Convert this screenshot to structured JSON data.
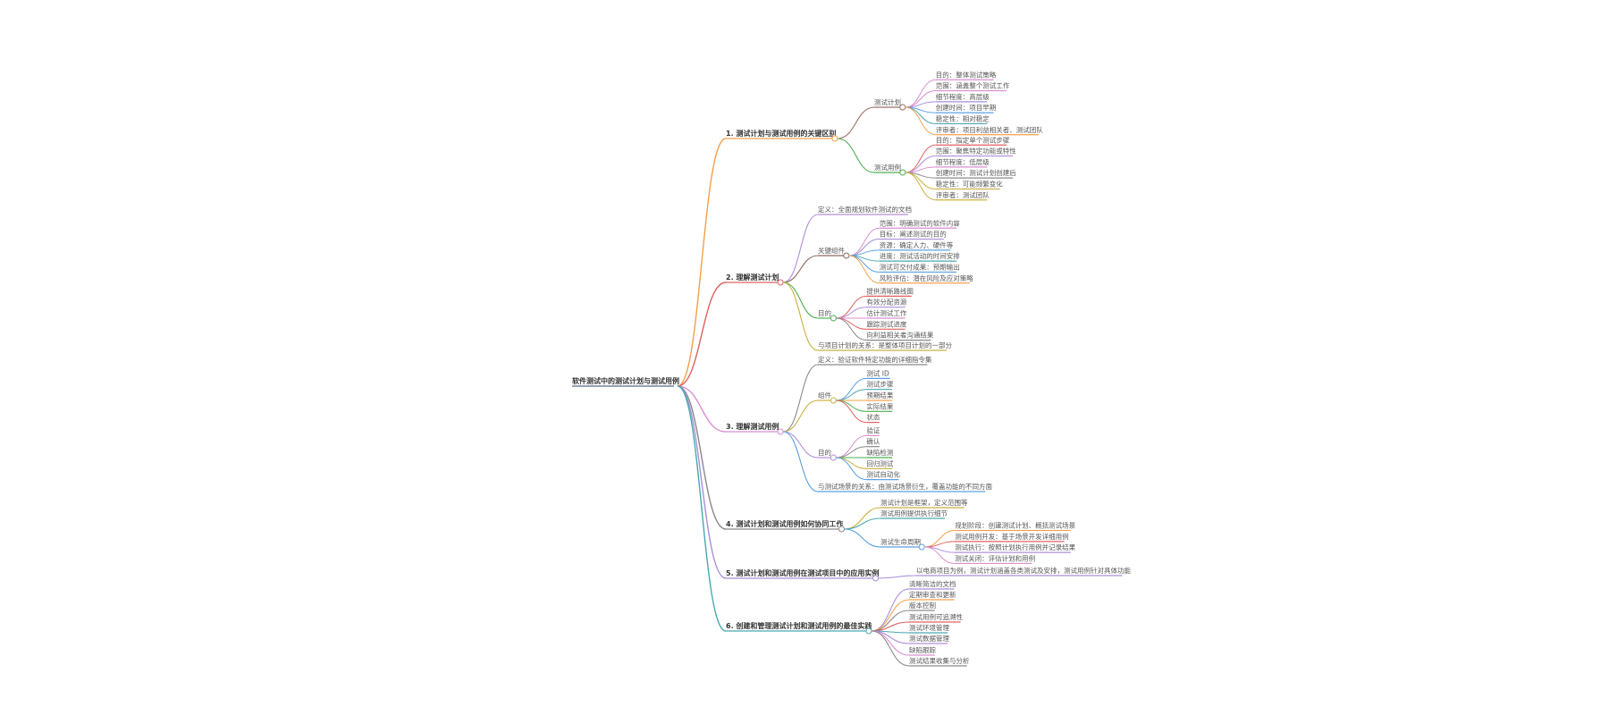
{
  "mindmap": {
    "root": "软件测试中的测试计划与测试用例",
    "branches": [
      {
        "label": "1. 测试计划与测试用例的关键区别",
        "color": "#f5a04a",
        "children": [
          {
            "label": "测试计划",
            "color": "#9a6f6a",
            "children": [
              {
                "label": "目的：整体测试策略",
                "color": "#d88fd0"
              },
              {
                "label": "范围：涵盖整个测试工作",
                "color": "#d88fd0"
              },
              {
                "label": "细节程度：高层级",
                "color": "#a98fd8"
              },
              {
                "label": "创建时间：项目早期",
                "color": "#5aa0e0"
              },
              {
                "label": "稳定性：相对稳定",
                "color": "#4aa7b0"
              },
              {
                "label": "评审者：项目利益相关者、测试团队",
                "color": "#f5a04a"
              }
            ]
          },
          {
            "label": "测试用例",
            "color": "#4caf50",
            "children": [
              {
                "label": "目的：指定单个测试步骤",
                "color": "#e06060"
              },
              {
                "label": "范围：聚焦特定功能或特性",
                "color": "#b08fd8"
              },
              {
                "label": "细节程度：低层级",
                "color": "#d88fd0"
              },
              {
                "label": "创建时间：测试计划创建后",
                "color": "#8a8a8a"
              },
              {
                "label": "稳定性：可能频繁变化",
                "color": "#c8b040"
              },
              {
                "label": "评审者：测试团队",
                "color": "#c8b040"
              }
            ]
          }
        ]
      },
      {
        "label": "2. 理解测试计划",
        "color": "#e06060",
        "children": [
          {
            "label": "定义：全面规划软件测试的文档",
            "color": "#b08fd8",
            "children": []
          },
          {
            "label": "关键组件",
            "color": "#8a6a60",
            "children": [
              {
                "label": "范围：明确测试的软件内容",
                "color": "#d88fd0"
              },
              {
                "label": "目标：阐述测试的目的",
                "color": "#a98fd8"
              },
              {
                "label": "资源：确定人力、硬件等",
                "color": "#5aa0e0"
              },
              {
                "label": "进度：测试活动的时间安排",
                "color": "#4aa7b0"
              },
              {
                "label": "测试可交付成果：预期输出",
                "color": "#5aa0e0"
              },
              {
                "label": "风险评估：潜在风险及应对策略",
                "color": "#f5a04a"
              }
            ]
          },
          {
            "label": "目的",
            "color": "#4caf50",
            "children": [
              {
                "label": "提供清晰路线图",
                "color": "#e06060"
              },
              {
                "label": "有效分配资源",
                "color": "#b08fd8"
              },
              {
                "label": "估计测试工作",
                "color": "#d88fd0"
              },
              {
                "label": "跟踪测试进度",
                "color": "#e06060"
              },
              {
                "label": "向利益相关者沟通结果",
                "color": "#8a8a8a"
              }
            ]
          },
          {
            "label": "与项目计划的关系：是整体项目计划的一部分",
            "color": "#c8b040",
            "children": []
          }
        ]
      },
      {
        "label": "3. 理解测试用例",
        "color": "#d88fd0",
        "children": [
          {
            "label": "定义：验证软件特定功能的详细指令集",
            "color": "#8a8a8a",
            "children": []
          },
          {
            "label": "组件",
            "color": "#c8b040",
            "children": [
              {
                "label": "测试 ID",
                "color": "#5aa0e0"
              },
              {
                "label": "测试步骤",
                "color": "#4aa7b0"
              },
              {
                "label": "预期结果",
                "color": "#f5a04a"
              },
              {
                "label": "实际结果",
                "color": "#4caf50"
              },
              {
                "label": "状态",
                "color": "#e06060"
              }
            ]
          },
          {
            "label": "目的",
            "color": "#b08fd8",
            "children": [
              {
                "label": "验证",
                "color": "#d88fd0"
              },
              {
                "label": "确认",
                "color": "#8a8a8a"
              },
              {
                "label": "缺陷检测",
                "color": "#4caf50"
              },
              {
                "label": "回归测试",
                "color": "#c8b040"
              },
              {
                "label": "测试自动化",
                "color": "#5aa0e0"
              }
            ]
          },
          {
            "label": "与测试场景的关系：由测试场景衍生，覆盖功能的不同方面",
            "color": "#5aa0e0",
            "children": []
          }
        ]
      },
      {
        "label": "4. 测试计划和测试用例如何协同工作",
        "color": "#8a8a8a",
        "children": [
          {
            "label": "测试计划是框架，定义范围等",
            "color": "#c8b040",
            "children": []
          },
          {
            "label": "测试用例提供执行细节",
            "color": "#4aa7b0",
            "children": []
          },
          {
            "label": "测试生命周期",
            "color": "#5aa0e0",
            "children": [
              {
                "label": "规划阶段：创建测试计划、概括测试场景",
                "color": "#f5a04a"
              },
              {
                "label": "测试用例开发：基于场景开发详细用例",
                "color": "#e06060"
              },
              {
                "label": "测试执行：按照计划执行用例并记录结果",
                "color": "#b08fd8"
              },
              {
                "label": "测试关闭：评估计划和用例",
                "color": "#d88fd0"
              }
            ]
          }
        ]
      },
      {
        "label": "5. 测试计划和测试用例在测试项目中的应用实例",
        "color": "#a98fd8",
        "children": [
          {
            "label": "以电商项目为例，测试计划涵盖各类测试及安排，测试用例针对具体功能",
            "color": "#a98fd8",
            "children": []
          }
        ]
      },
      {
        "label": "6. 创建和管理测试计划和测试用例的最佳实践",
        "color": "#4aa7b0",
        "children": [
          {
            "label": "清晰简洁的文档",
            "color": "#a98fd8",
            "children": []
          },
          {
            "label": "定期审查和更新",
            "color": "#f5a04a",
            "children": []
          },
          {
            "label": "版本控制",
            "color": "#8a8a8a",
            "children": []
          },
          {
            "label": "测试用例可追溯性",
            "color": "#e06060",
            "children": []
          },
          {
            "label": "测试环境管理",
            "color": "#4aa7b0",
            "children": []
          },
          {
            "label": "测试数据管理",
            "color": "#b08fd8",
            "children": []
          },
          {
            "label": "缺陷跟踪",
            "color": "#d88fd0",
            "children": []
          },
          {
            "label": "测试结果收集与分析",
            "color": "#8a8a8a",
            "children": []
          }
        ]
      }
    ]
  }
}
